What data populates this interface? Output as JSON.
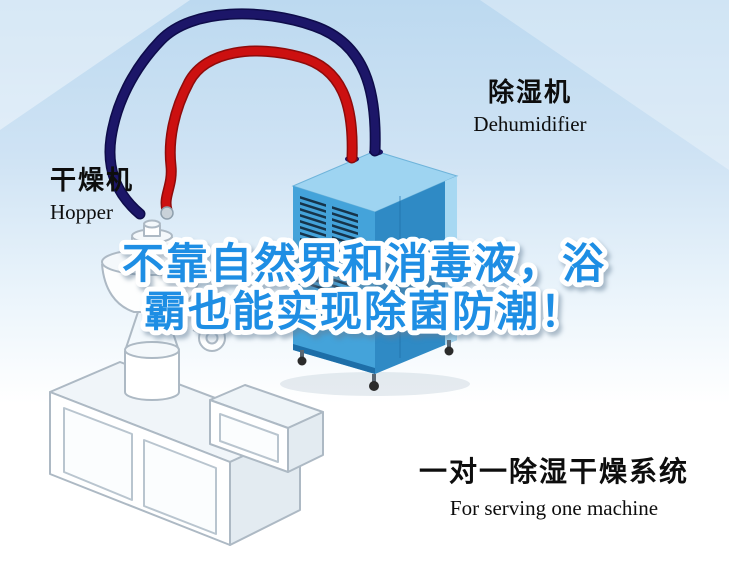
{
  "page": {
    "headline": {
      "line1": "不靠自然界和消毒液，浴",
      "line2": "霸也能实现除菌防潮！",
      "text_color": "#1e8ee4",
      "outline_color": "#ffffff"
    },
    "machine_labels": {
      "hopper": {
        "zh": "干燥机",
        "en": "Hopper"
      },
      "dehumidifier": {
        "zh": "除湿机",
        "en": "Dehumidifier"
      }
    },
    "caption": {
      "zh": "一对一除湿干燥系统",
      "en": "For serving one machine"
    },
    "colors": {
      "sky_top": "#bcd9f0",
      "pipe_red": "#cc1010",
      "pipe_red_shade": "#8f0b0b",
      "pipe_navy": "#1c1668",
      "pipe_navy_shade": "#0e0c4a",
      "dehumidifier_front": "#44a3da",
      "dehumidifier_side": "#2f8ac5",
      "dehumidifier_top": "#9ed4f1"
    }
  }
}
